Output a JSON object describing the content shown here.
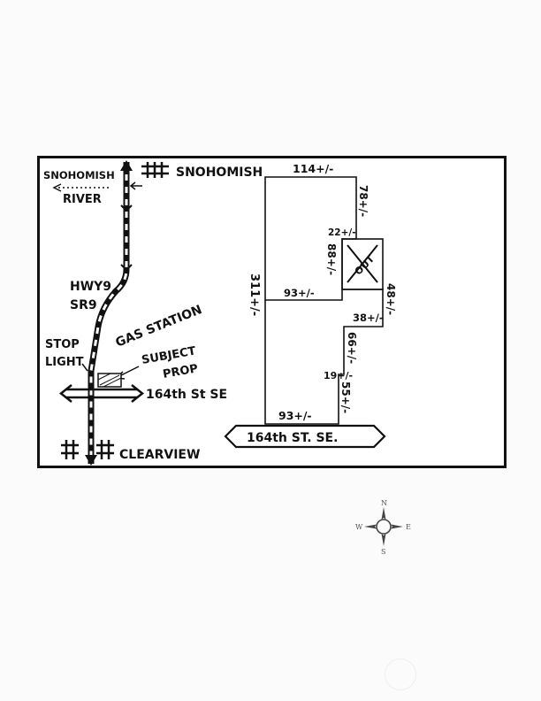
{
  "vicinity_map": {
    "snohomish_top": "SNOHOMISH",
    "snohomish_river_line1": "SNOHOMISH",
    "snohomish_river_line2": "RIVER",
    "hwy_line1": "HWY9",
    "hwy_line2": "SR9",
    "gas_station": "GAS STATION",
    "stop_light_line1": "STOP",
    "stop_light_line2": "LIGHT",
    "subject_line1": "SUBJECT",
    "subject_line2": "PROP",
    "street": "164th St SE",
    "clearview": "CLEARVIEW"
  },
  "site_sketch": {
    "top": "114+/-",
    "right_upper": "78+/-",
    "notch_top": "22+/-",
    "out_parcel": "OUT",
    "out_left": "88+/-",
    "out_right": "48+/-",
    "left": "311+/-",
    "mid_step": "93+/-",
    "step_38": "38+/-",
    "step_66": "66+/-",
    "step_19": "19+/-",
    "step_55": "55+/-",
    "bottom": "93+/-",
    "street": "164th ST. SE."
  },
  "compass": {
    "n": "N",
    "s": "S",
    "e": "E",
    "w": "W"
  }
}
